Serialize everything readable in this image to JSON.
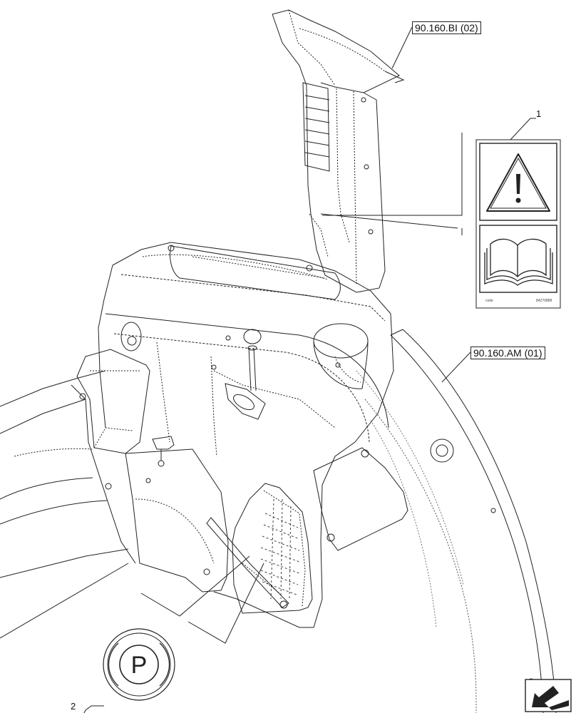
{
  "references": {
    "top": "90.160.BI (02)",
    "right": "90.160.AM (01)"
  },
  "callouts": {
    "item1": "1",
    "item2": "2"
  },
  "decal": {
    "code_left": "code",
    "code_right": "84270888"
  },
  "parking_symbol": "P",
  "icons": {
    "warning": "warning-triangle-icon",
    "manual": "operator-manual-book-icon",
    "parking": "parking-brake-icon",
    "navigation": "next-page-arrow-icon"
  }
}
